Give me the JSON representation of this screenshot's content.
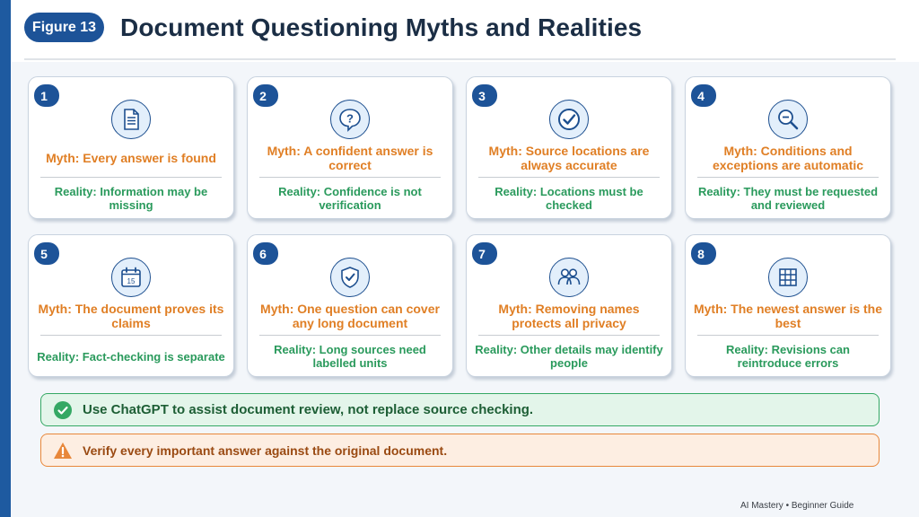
{
  "figure_label": "Figure 13",
  "title": "Document Questioning Myths and Realities",
  "cards": [
    {
      "number": "1",
      "icon": "document-icon",
      "myth": "Myth: Every answer is found",
      "reality": "Reality: Information may be missing"
    },
    {
      "number": "2",
      "icon": "question-icon",
      "myth": "Myth: A confident answer is correct",
      "reality": "Reality: Confidence is not verification"
    },
    {
      "number": "3",
      "icon": "checkmark-icon",
      "myth": "Myth: Source locations are always accurate",
      "reality": "Reality: Locations must be checked"
    },
    {
      "number": "4",
      "icon": "magnifier-icon",
      "myth": "Myth: Conditions and exceptions are automatic",
      "reality": "Reality: They must be requested and reviewed"
    },
    {
      "number": "5",
      "icon": "calendar-icon",
      "calendar_day": "15",
      "myth": "Myth: The document proves its claims",
      "reality": "Reality: Fact-checking is separate"
    },
    {
      "number": "6",
      "icon": "shield-icon",
      "myth": "Myth: One question can cover any long document",
      "reality": "Reality: Long sources need labelled units"
    },
    {
      "number": "7",
      "icon": "people-icon",
      "myth": "Myth: Removing names protects all privacy",
      "reality": "Reality: Other details may identify people"
    },
    {
      "number": "8",
      "icon": "grid-icon",
      "myth": "Myth: The newest answer is the best",
      "reality": "Reality: Revisions can reintroduce errors"
    }
  ],
  "banners": {
    "success": {
      "icon": "check-circle-icon",
      "text": "Use ChatGPT to assist document review, not replace source checking.",
      "color": "#34a864"
    },
    "warning": {
      "icon": "warning-triangle-icon",
      "text": "Verify every important answer against the original document.",
      "color": "#e8873a"
    }
  },
  "footer": "AI Mastery • Beginner Guide",
  "colors": {
    "primary": "#1d5398",
    "myth": "#e07f25",
    "reality": "#2a9a5c"
  }
}
